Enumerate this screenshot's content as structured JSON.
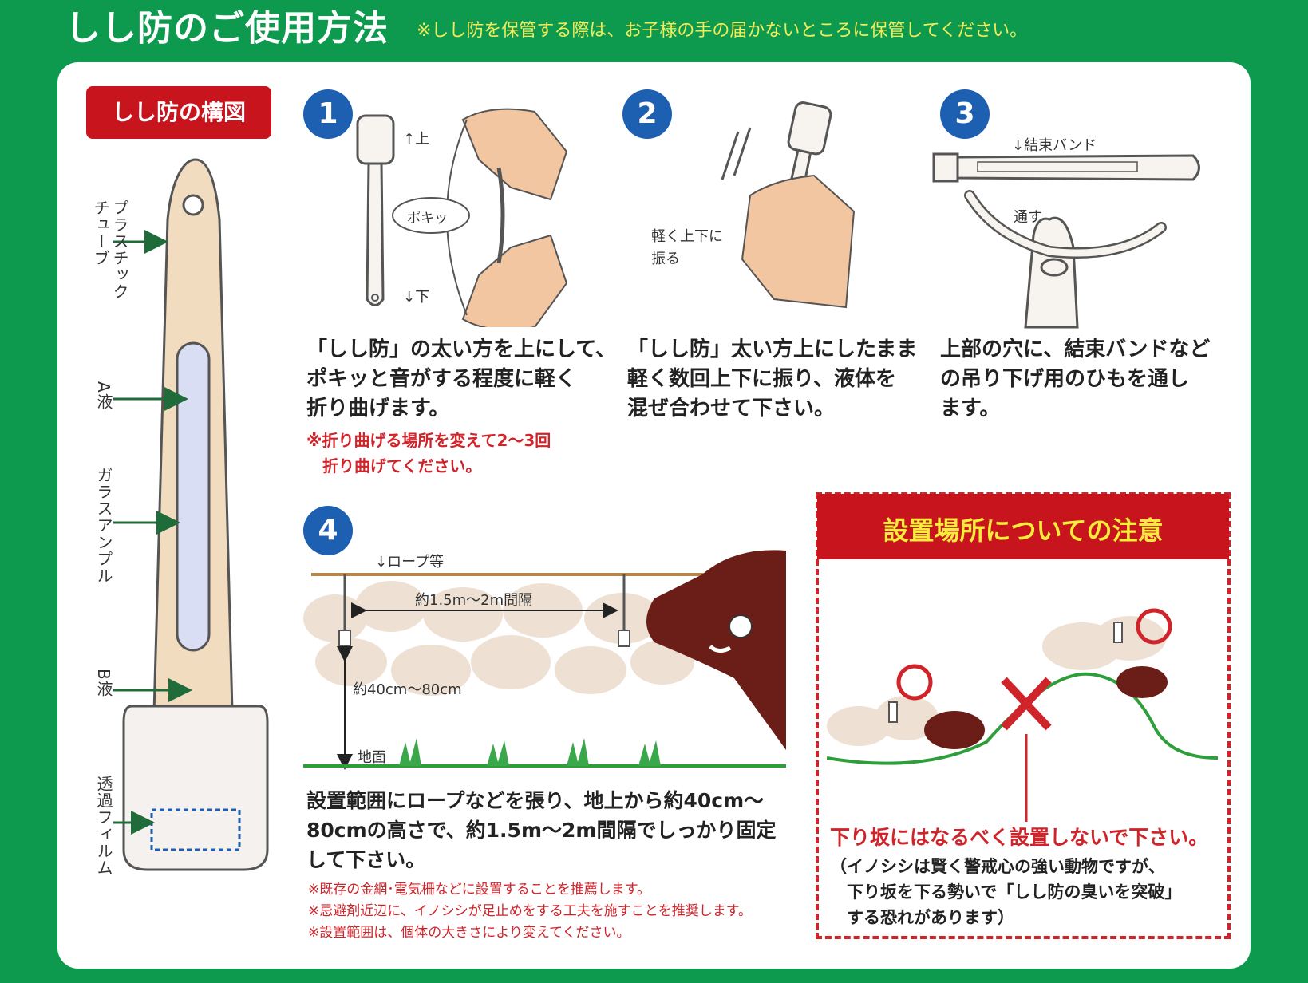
{
  "header": {
    "title": "しし防のご使用方法",
    "note": "※しし防を保管する際は、お子様の手の届かないところに保管してください。"
  },
  "structure": {
    "title": "しし防の構図",
    "labels": {
      "plastic_tube": "プラスチックチューブ",
      "liquid_a": "A液",
      "glass_ampoule": "ガラスアンプル",
      "liquid_b": "B液",
      "film": "透過フィルム"
    }
  },
  "steps": [
    {
      "number": "1",
      "up_label": "↑上",
      "down_label": "↓下",
      "pokitt": "ポキッ",
      "text": "「しし防」の太い方を上にして、\nポキッと音がする程度に軽く\n折り曲げます。",
      "note": "※折り曲げる場所を変えて2〜3回\n　折り曲げてください。"
    },
    {
      "number": "2",
      "shake_label": "軽く上下に\n振る",
      "text": "「しし防」太い方上にしたまま\n軽く数回上下に振り、液体を\n混ぜ合わせて下さい。"
    },
    {
      "number": "3",
      "band_label": "↓結束バンド",
      "pass_label": "通す",
      "text": "上部の穴に、結束バンドなど\nの吊り下げ用のひもを通し\nます。"
    },
    {
      "number": "4",
      "rope_label": "↓ロープ等",
      "interval_label": "約1.5m〜2m間隔",
      "height_label": "約40cm〜80cm",
      "ground_label": "地面",
      "text": "設置範囲にロープなどを張り、地上から約40cm〜\n80cmの高さで、約1.5m〜2m間隔でしっかり固定\nして下さい。",
      "notes": "※既存の金網･電気柵などに設置することを推薦します。\n※忌避剤近辺に、イノシシが足止めをする工夫を施すことを推奨します。\n※設置範囲は、個体の大きさにより変えてください。"
    }
  ],
  "caution": {
    "title": "設置場所についての注意",
    "red_text": "下り坂にはなるべく設置しないで下さい。",
    "text": "（イノシシは賢く警戒心の強い動物ですが、\n　下り坂を下る勢いで「しし防の臭いを突破」\n　する恐れがあります）"
  },
  "colors": {
    "background": "#0e9a4e",
    "badge": "#1d5fb0",
    "red": "#c8151d",
    "accent_yellow": "#f6ec3c"
  }
}
